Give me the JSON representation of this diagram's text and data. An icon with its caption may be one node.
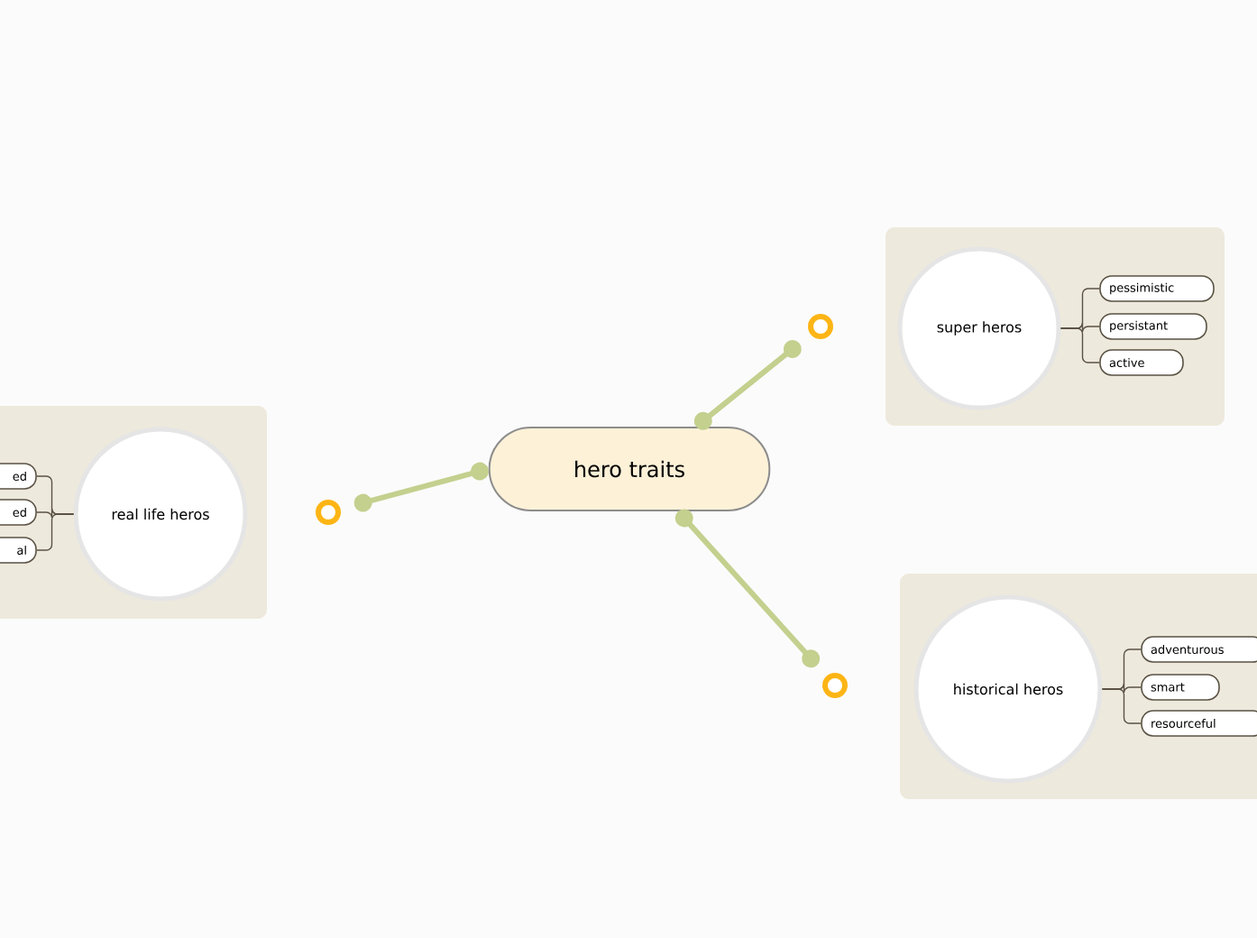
{
  "diagram": {
    "nodes": [
      {
        "text": [
          "hero traits"
        ]
      },
      {
        "text": [],
        "shape": "box"
      },
      {
        "text": [
          "super heros"
        ],
        "in": 1
      },
      {
        "text": [
          "pessimistic"
        ],
        "in": 1
      },
      {
        "text": [
          "persistant"
        ],
        "in": 1
      },
      {
        "text": [
          "active"
        ],
        "in": 1
      },
      {
        "text": [],
        "shape": "box"
      },
      {
        "text": [
          "historical heros"
        ],
        "in": 6
      },
      {
        "text": [
          "adventurous"
        ],
        "in": 6
      },
      {
        "text": [
          "smart"
        ],
        "in": 6
      },
      {
        "text": [
          "resourceful"
        ],
        "in": 6
      },
      {
        "text": [],
        "shape": "box"
      },
      {
        "text": [
          "real life heros"
        ],
        "in": 11
      },
      {
        "text": [
          "ed"
        ],
        "in": 11
      },
      {
        "text": [
          "ed"
        ],
        "in": 11
      },
      {
        "text": [
          "al"
        ],
        "in": 11
      },
      {
        "text": [],
        "shape": "circle"
      },
      {
        "text": [],
        "shape": "circle"
      },
      {
        "text": [],
        "shape": "circle"
      }
    ],
    "edges": [
      {
        "from": 0,
        "to": 16,
        "arrow": "other",
        "style": "thick",
        "color": "#c3d08e"
      },
      {
        "from": 0,
        "to": 18,
        "arrow": "other",
        "style": "thick",
        "color": "#c3d08e"
      },
      {
        "from": 0,
        "to": 17,
        "arrow": "other",
        "style": "thick",
        "color": "#c3d08e"
      },
      {
        "from": 2,
        "to": 3,
        "arrow": "none"
      },
      {
        "from": 2,
        "to": 4,
        "arrow": "none"
      },
      {
        "from": 2,
        "to": 5,
        "arrow": "none"
      },
      {
        "from": 7,
        "to": 8,
        "arrow": "none"
      },
      {
        "from": 7,
        "to": 9,
        "arrow": "none"
      },
      {
        "from": 7,
        "to": 10,
        "arrow": "none"
      },
      {
        "from": 12,
        "to": 13,
        "arrow": "none"
      },
      {
        "from": 12,
        "to": 14,
        "arrow": "none"
      },
      {
        "from": 12,
        "to": 15,
        "arrow": "none"
      }
    ]
  }
}
